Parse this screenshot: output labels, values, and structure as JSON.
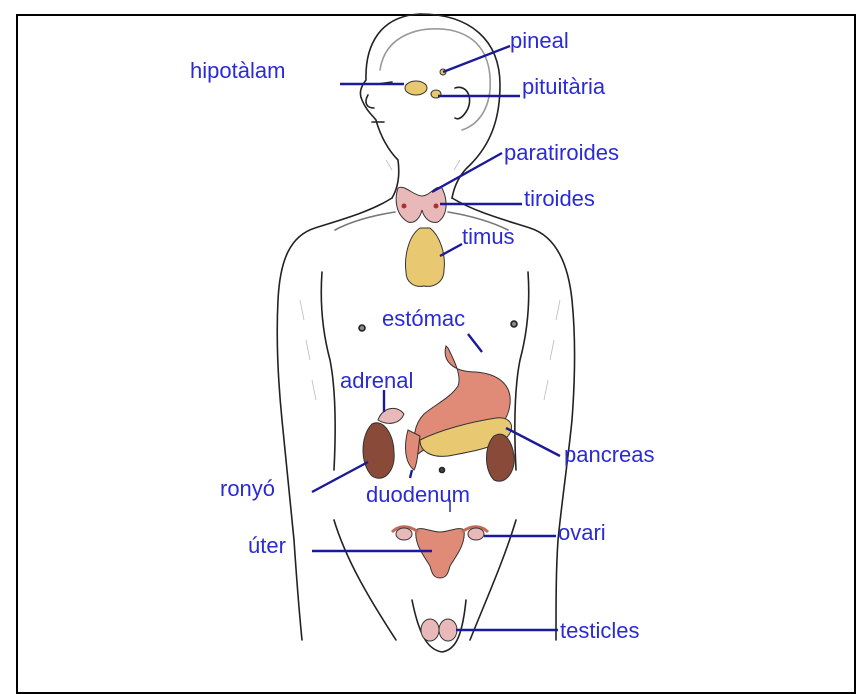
{
  "diagram": {
    "labels": {
      "pineal": "pineal",
      "hipotalam": "hipotàlam",
      "pituitaria": "pituitària",
      "paratiroides": "paratiroides",
      "tiroides": "tiroides",
      "timus": "timus",
      "estomac": "estómac",
      "adrenal": "adrenal",
      "pancreas": "pancreas",
      "ronyo": "ronyó",
      "duodenum": "duodenum",
      "uter": "úter",
      "ovari": "ovari",
      "testicles": "testicles"
    },
    "colors": {
      "label_text": "#2b2bd6",
      "leader_line": "#1a1a9a",
      "gland_yellow": "#e8c870",
      "organ_pink": "#e08a78",
      "thyroid_pink": "#e9b9b9",
      "kidney_brown": "#8a4a3a",
      "outline": "#222222"
    }
  }
}
